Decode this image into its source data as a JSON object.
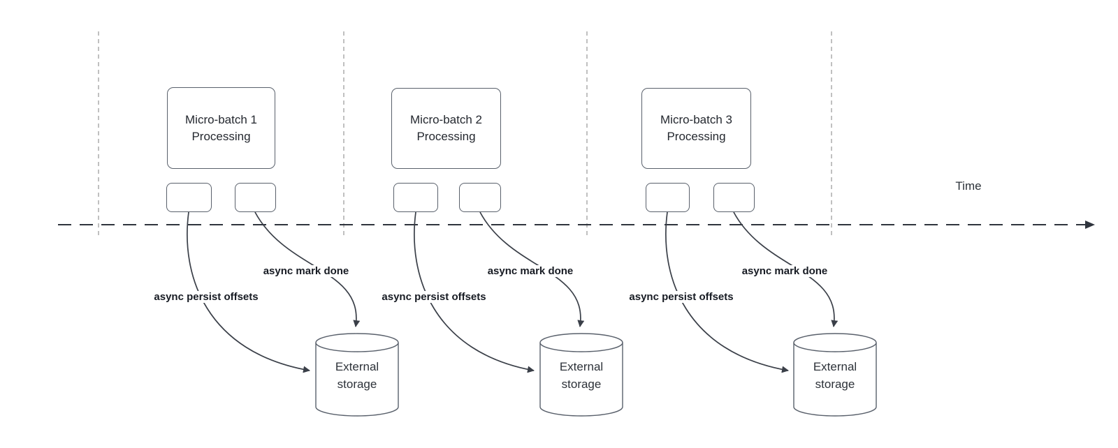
{
  "diagram": {
    "time_axis_label": "Time",
    "batches": [
      {
        "box_line1": "Micro-batch 1",
        "box_line2": "Processing",
        "persist_label": "async persist offsets",
        "done_label": "async mark done",
        "storage_line1": "External",
        "storage_line2": "storage"
      },
      {
        "box_line1": "Micro-batch 2",
        "box_line2": "Processing",
        "persist_label": "async persist offsets",
        "done_label": "async mark done",
        "storage_line1": "External",
        "storage_line2": "storage"
      },
      {
        "box_line1": "Micro-batch 3",
        "box_line2": "Processing",
        "persist_label": "async persist offsets",
        "done_label": "async mark done",
        "storage_line1": "External",
        "storage_line2": "storage"
      }
    ],
    "colors": {
      "shape_stroke": "#59606b",
      "arrow_stroke": "#3a3f48",
      "divider_stroke": "#b1b1b1",
      "label_text": "#171b23"
    }
  }
}
